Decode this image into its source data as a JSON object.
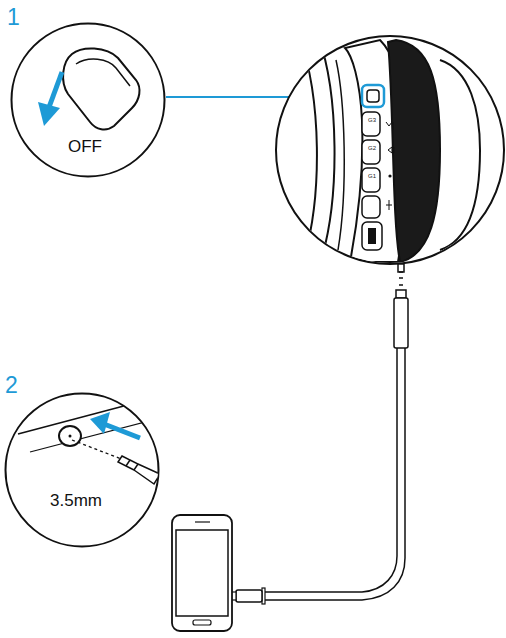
{
  "diagram": {
    "nodes": [
      {
        "text": [
          "1",
          "OFF"
        ]
      },
      {
        "text": [
          "2",
          "3.5mm"
        ]
      }
    ],
    "labels": [
      "G3",
      "G2",
      "G1"
    ]
  }
}
